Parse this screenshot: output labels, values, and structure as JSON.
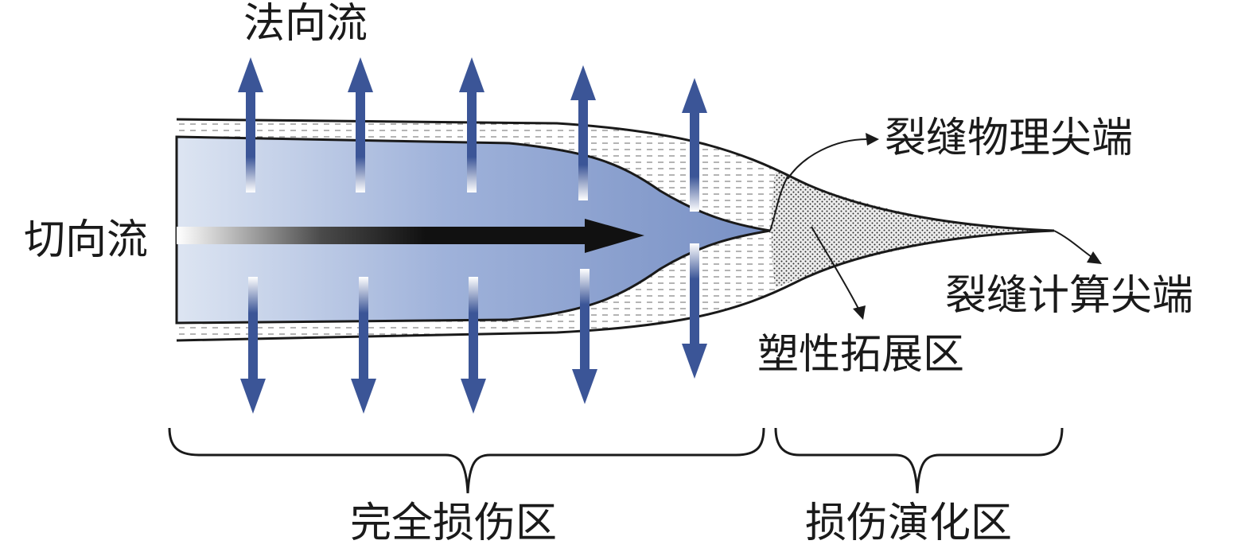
{
  "labels": {
    "normal_flow": "法向流",
    "tangential_flow": "切向流",
    "physical_tip": "裂缝物理尖端",
    "computed_tip": "裂缝计算尖端",
    "plastic_zone": "塑性拓展区",
    "full_damage_zone": "完全损伤区",
    "damage_evolution_zone": "损伤演化区"
  },
  "colors": {
    "fluid_light": "#dbe3f1",
    "fluid_dark": "#7b94c6",
    "arrow_blue": "#3b5597",
    "arrow_black": "#111111",
    "outline": "#1a1a1a",
    "hatch": "#555555"
  }
}
